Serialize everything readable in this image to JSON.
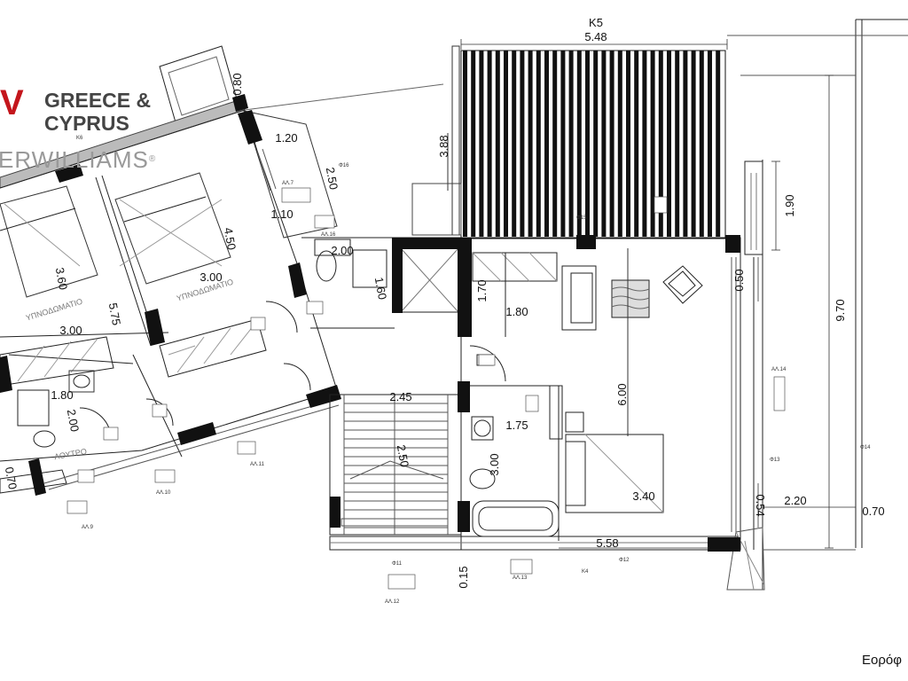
{
  "brand": {
    "logo_mark": "V",
    "region_line1": "GREECE &",
    "region_line2": "CYPRUS",
    "company_partial": "ERWILLIAMS",
    "trademark": "®"
  },
  "floor_title": "Εορόφ",
  "rooms": {
    "bedroom_1": "ΥΠΝΟΔΩΜΑΤΙΟ",
    "bedroom_2": "ΥΠΝΟΔΩΜΑΤΙΟ",
    "bath": "ΛΟΥΤΡΟ"
  },
  "dimensions": {
    "k5": "K5",
    "top_width": "5.48",
    "pergola_height": "3.88",
    "d_080": "0.80",
    "d_120": "1.20",
    "d_250a": "2.50",
    "d_110": "1.10",
    "d_450": "4.50",
    "d_200a": "2.00",
    "d_300a": "3.00",
    "d_360": "3.60",
    "d_575": "5.75",
    "d_300b": "3.00",
    "d_180a": "1.80",
    "d_200b": "2.00",
    "d_070a": "0.70",
    "d_160": "1.60",
    "d_170": "1.70",
    "d_180b": "1.80",
    "d_245": "2.45",
    "d_250b": "2.50",
    "d_600": "6.00",
    "d_175": "1.75",
    "d_300c": "3.00",
    "d_340": "3.40",
    "d_558": "5.58",
    "d_015": "0.15",
    "d_190": "1.90",
    "d_050": "0.50",
    "d_970": "9.70",
    "d_054": "0.54",
    "d_220": "2.20",
    "d_070b": "0.70"
  },
  "labels": {
    "al7": "ΑΛ.7",
    "al16": "ΑΛ.16",
    "f16": "Φ16",
    "f15": "Φ15",
    "al14": "ΑΛ.14",
    "f13": "Φ13",
    "f14": "Φ14",
    "al11": "ΑΛ.11",
    "al10": "ΑΛ.10",
    "al9": "ΑΛ.9",
    "f11": "Φ11",
    "al12": "ΑΛ.12",
    "f12": "Φ12",
    "al13": "ΑΛ.13",
    "k4": "K4",
    "k6": "K6"
  }
}
